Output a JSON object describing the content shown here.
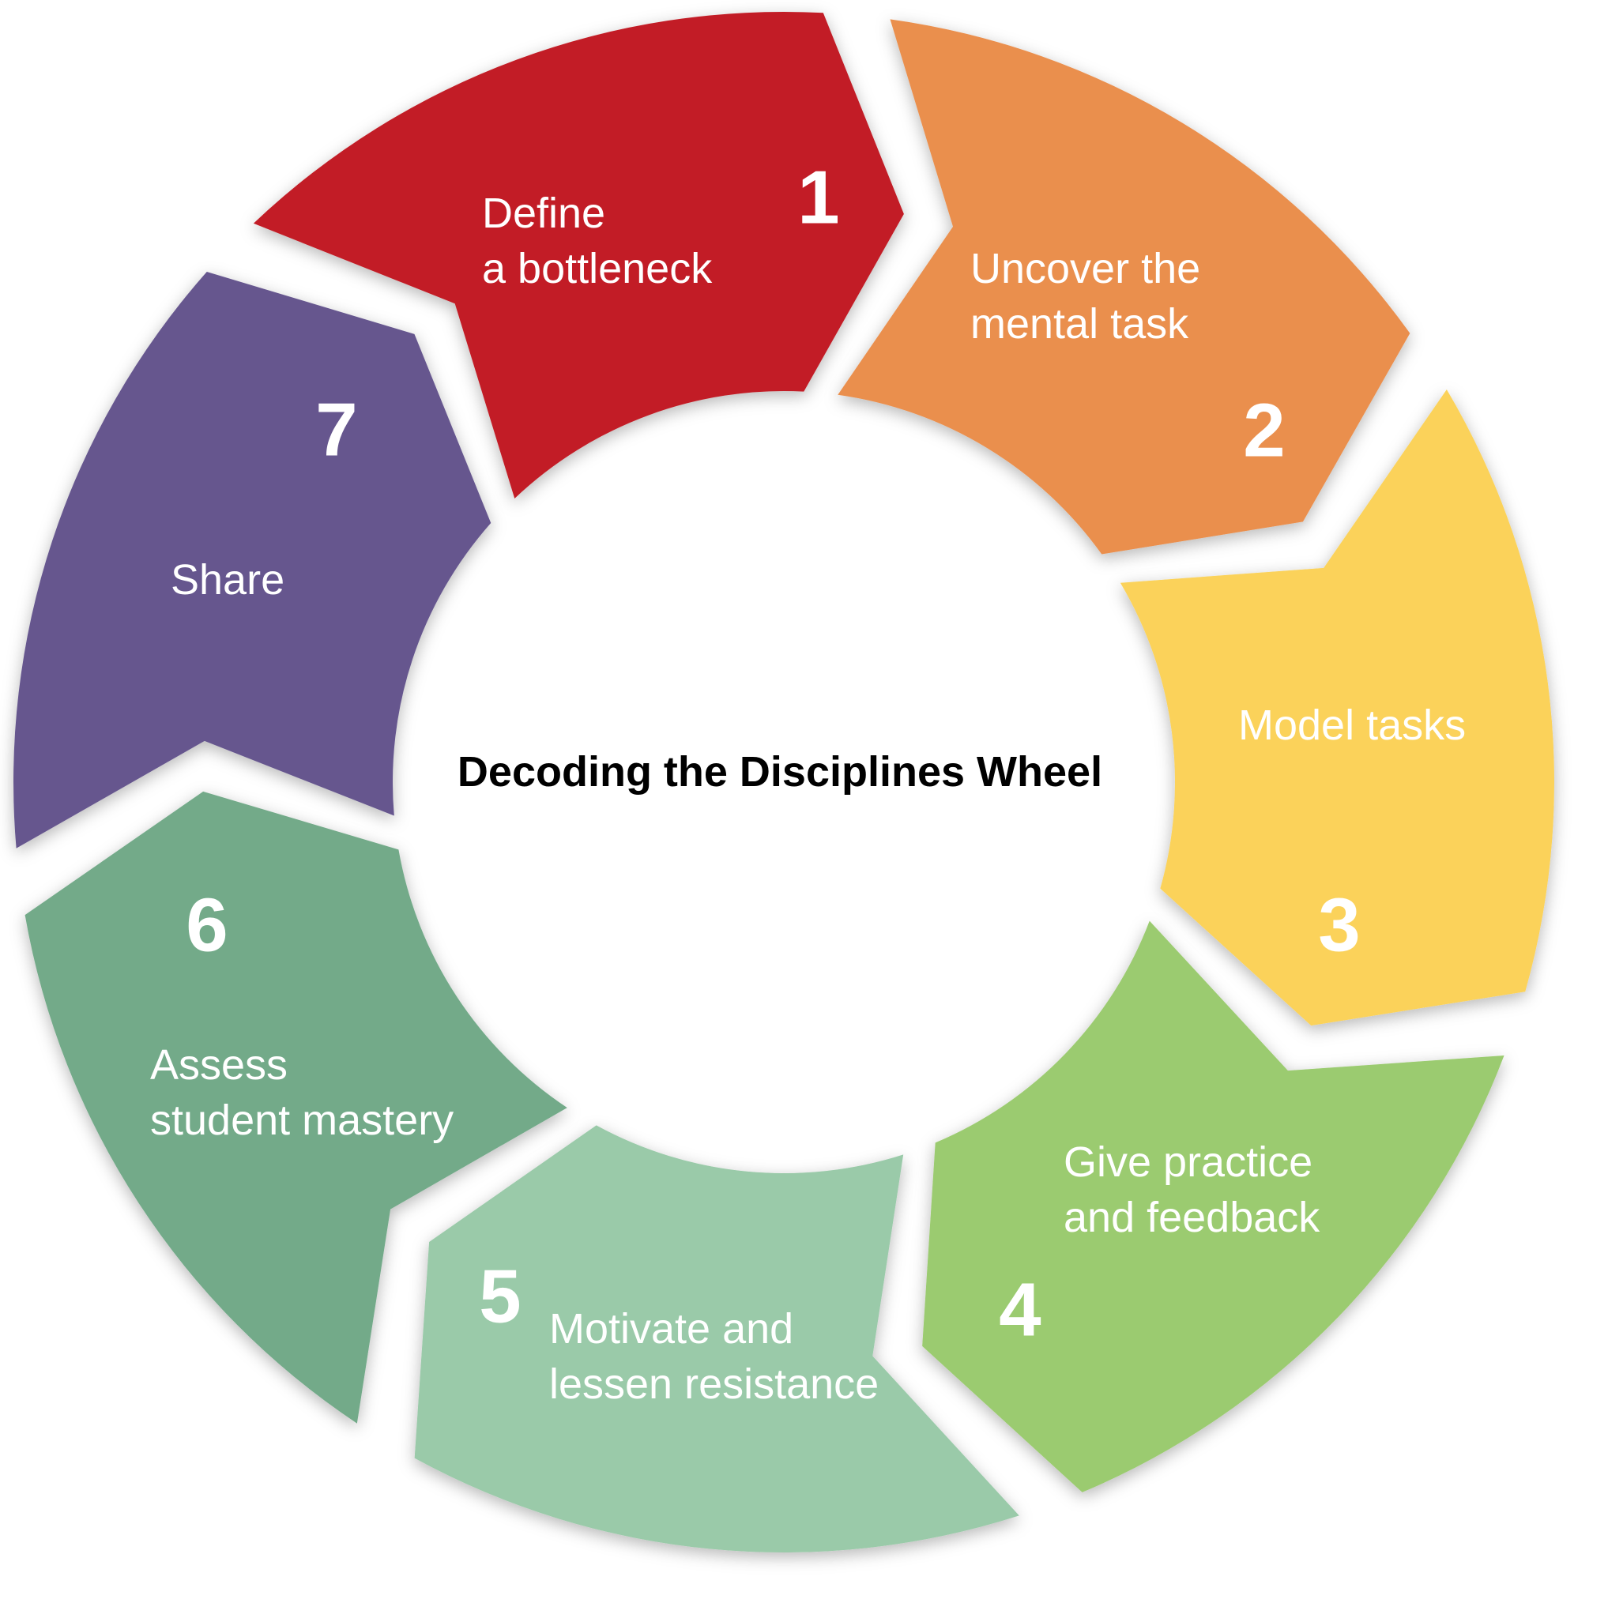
{
  "title": "Decoding the Disciplines Wheel",
  "steps": [
    {
      "number": "1",
      "line1": "Define",
      "line2": "a bottleneck",
      "color": "#C21E25"
    },
    {
      "number": "2",
      "line1": "Uncover the",
      "line2": "mental task",
      "color": "#EA8F4E"
    },
    {
      "number": "3",
      "line1": "Model tasks",
      "line2": "",
      "color": "#FBD25A"
    },
    {
      "number": "4",
      "line1": "Give practice",
      "line2": "and feedback",
      "color": "#9BCB6F"
    },
    {
      "number": "5",
      "line1": "Motivate and",
      "line2": "lessen resistance",
      "color": "#9ACAA9"
    },
    {
      "number": "6",
      "line1": "Assess",
      "line2": "student mastery",
      "color": "#73AA89"
    },
    {
      "number": "7",
      "line1": "Share",
      "line2": "",
      "color": "#66578E"
    }
  ]
}
